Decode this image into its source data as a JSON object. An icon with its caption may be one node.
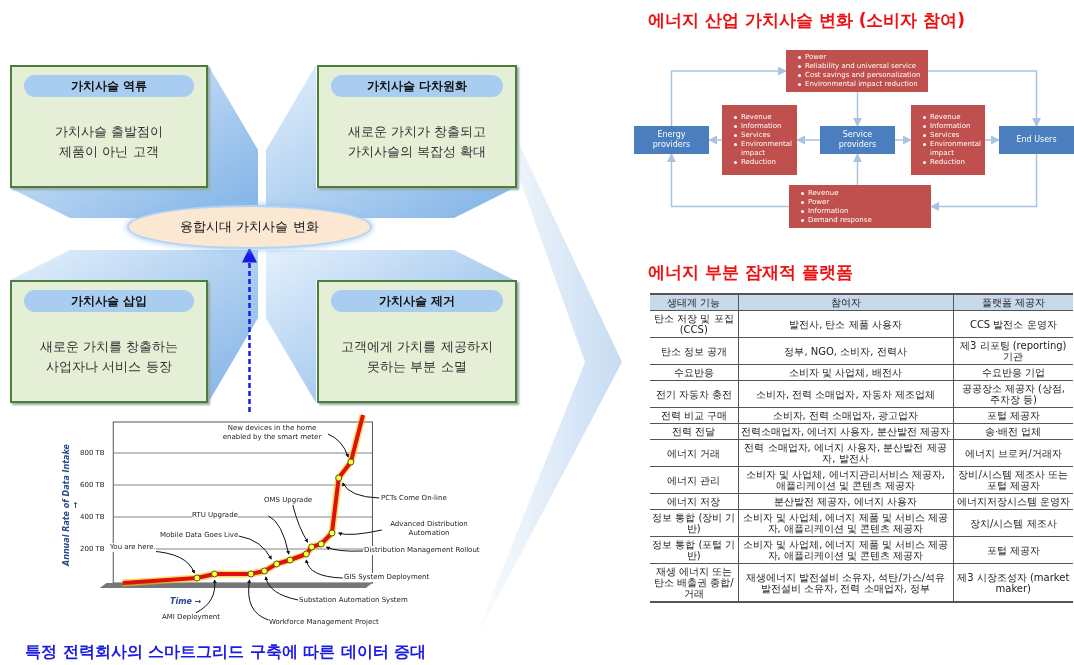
{
  "diagram": {
    "caption": "특정 전력회사의 스마트그리드 구축에 따른 데이터 증대",
    "nodes": [
      {
        "text": [
          "가치사슬 역류",
          "가치사슬 출발점이 제품이 아닌 고객"
        ]
      },
      {
        "text": [
          "가치사슬 다차원화",
          "새로운 가치가 창출되고 가치사슬의 복잡성 확대"
        ]
      },
      {
        "text": [
          "융합시대 가치사슬 변화"
        ]
      },
      {
        "text": [
          "가치사슬 삽입",
          "새로운 가치를 창출하는 사업자나 서비스 등장"
        ]
      },
      {
        "text": [
          "가치사슬 제거",
          "고객에게 가치를 제공하지 못하는 부분 소멸"
        ]
      },
      {
        "text": [
          "Annual Rate of Data Intake →",
          "800 TB",
          "600 TB",
          "400 TB",
          "200 TB",
          "New devices in the home enabled by the smart meter",
          "PCTs Come On-line",
          "OMS Upgrade",
          "RTU Upgrade",
          "Mobile Data Goes Live",
          "Advanced Distribution Automation",
          "You are here.",
          "Distribution Management Rollout",
          "GIS System Deployment",
          "Time →",
          "Substation Automation System",
          "AMI Deployment",
          "Workforce Management Project"
        ]
      },
      {
        "text": [
          "Energy providers"
        ]
      },
      {
        "text": [
          "Power",
          "Reliability and universal service",
          "Cost savings and personalization",
          "Environmental impact reduction"
        ]
      },
      {
        "text": [
          "Revenue",
          "Information",
          "Services",
          "Environmental impact",
          "Reduction"
        ]
      },
      {
        "text": [
          "Service providers"
        ]
      },
      {
        "text": [
          "Revenue",
          "Information",
          "Services",
          "Environmental impact",
          "Reduction"
        ]
      },
      {
        "text": [
          "End Users"
        ]
      },
      {
        "text": [
          "Revenue",
          "Power",
          "Information",
          "Demand response"
        ]
      }
    ],
    "edges": [
      {
        "from": 6,
        "to": 7,
        "arrow": "to"
      },
      {
        "from": 7,
        "to": 11,
        "arrow": "to"
      },
      {
        "from": 7,
        "to": 9,
        "arrow": "to"
      },
      {
        "from": 9,
        "to": 8,
        "arrow": "to"
      },
      {
        "from": 8,
        "to": 6,
        "arrow": "to"
      },
      {
        "from": 9,
        "to": 10,
        "arrow": "to"
      },
      {
        "from": 10,
        "to": 11,
        "arrow": "to"
      },
      {
        "from": 11,
        "to": 12,
        "arrow": "to"
      },
      {
        "from": 12,
        "to": 6,
        "arrow": "to"
      },
      {
        "from": 12,
        "to": 9,
        "arrow": "to"
      },
      {
        "from": 5,
        "to": 2,
        "arrow": "to",
        "style": "dashed",
        "color": "#1a1ae6"
      }
    ],
    "labels": [
      "에너지 산업 가치사슬 변화 (소비자 참여)",
      "에너지 부분 잠재적 플랫폼",
      "생태계 기능",
      "참여자",
      "플랫폼 제공자",
      "탄소 저장 및 포집(CCS)",
      "발전사, 탄소 제품 사용자",
      "CCS 발전소 운영자",
      "탄소 정보 공개",
      "정부, NGO, 소비자, 전력사",
      "제3 리포팅 (reporting) 기관",
      "수요반응",
      "소비자 및 사업체, 배전사",
      "수요반응 기업",
      "전기 자동차 충전",
      "소비자, 전력 소매업자, 자동차 제조업체",
      "공공장소 제공자 (상점, 주차장 등)",
      "전력 비교 구매",
      "소비자, 전력 소매업자, 광고업자",
      "포털 제공자",
      "전력 전달",
      "전력소매업자, 에너지 사용자, 분산발전 제공자",
      "송·배전 업체",
      "에너지 거래",
      "전력 소매업자, 에너지 사용자, 분산발전 제공자, 발전사",
      "에너지 브로커/거래자",
      "에너지 관리",
      "소비자 및 사업체, 에너지관리서비스 제공자, 애플리케이션 및 콘텐츠 제공자",
      "장비/시스템 제조사 또는 포털 제공자",
      "에너지 저장",
      "분산발전 제공자, 에너지 사용자",
      "에너지저장시스템 운영자",
      "정보 통합 (장비 기반)",
      "소비자 및 사업체, 에너지 제품 및 서비스 제공자, 애플리케이션 및 콘텐츠 제공자",
      "장치/시스템 제조사",
      "정보 통합 (포털 기반)",
      "소비자 및 사업체, 에너지 제품 및 서비스 제공자, 애플리케이션 및 콘텐츠 제공자",
      "포털 제공자",
      "재생 에너지 또는 탄소 배출권 종합/거래",
      "재생에너지 발전설비 소유자, 석탄/가스/석유 발전설비 소유자, 전력 소매업자, 정부",
      "제3 시장조성자 (market maker)"
    ]
  }
}
